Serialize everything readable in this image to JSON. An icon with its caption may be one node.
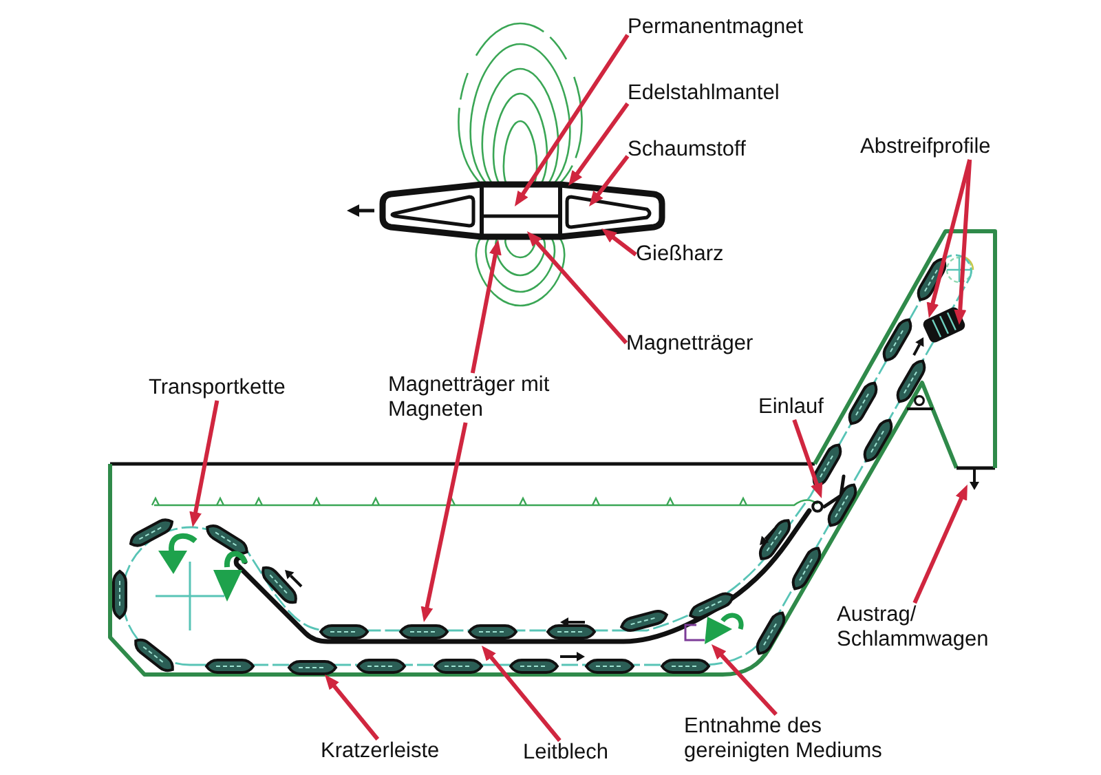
{
  "diagram": {
    "nodes": [
      {
        "text": [
          "Permanentmagnet"
        ]
      },
      {
        "text": [
          "Edelstahlmantel"
        ]
      },
      {
        "text": [
          "Schaumstoff"
        ]
      },
      {
        "text": [
          "Gießharz"
        ]
      },
      {
        "text": [
          "Magnetträger"
        ]
      },
      {
        "text": [
          "Abstreifprofile"
        ]
      },
      {
        "text": [
          "Transportkette"
        ]
      },
      {
        "text": [
          "Magnetträger mit Magneten"
        ]
      },
      {
        "text": [
          "Einlauf"
        ]
      },
      {
        "text": [
          "Austrag/ Schlammwagen"
        ]
      },
      {
        "text": [
          "Kratzerleiste"
        ]
      },
      {
        "text": [
          "Leitblech"
        ]
      },
      {
        "text": [
          "Entnahme des gereinigten Mediums"
        ]
      }
    ],
    "edges": [
      {
        "from": 0,
        "to": null,
        "arrow": "to"
      },
      {
        "from": 1,
        "to": null,
        "arrow": "to"
      },
      {
        "from": 2,
        "to": null,
        "arrow": "to"
      },
      {
        "from": 3,
        "to": null,
        "arrow": "to"
      },
      {
        "from": 4,
        "to": null,
        "arrow": "to"
      },
      {
        "from": 5,
        "to": null,
        "arrow": "to"
      },
      {
        "from": 5,
        "to": null,
        "arrow": "to"
      },
      {
        "from": 6,
        "to": null,
        "arrow": "to"
      },
      {
        "from": 7,
        "to": null,
        "arrow": "to"
      },
      {
        "from": 7,
        "to": null,
        "arrow": "to"
      },
      {
        "from": 8,
        "to": null,
        "arrow": "to"
      },
      {
        "from": 9,
        "to": null,
        "arrow": "to"
      },
      {
        "from": 10,
        "to": null,
        "arrow": "to"
      },
      {
        "from": 11,
        "to": null,
        "arrow": "to"
      },
      {
        "from": 12,
        "to": null,
        "arrow": "to"
      }
    ]
  }
}
